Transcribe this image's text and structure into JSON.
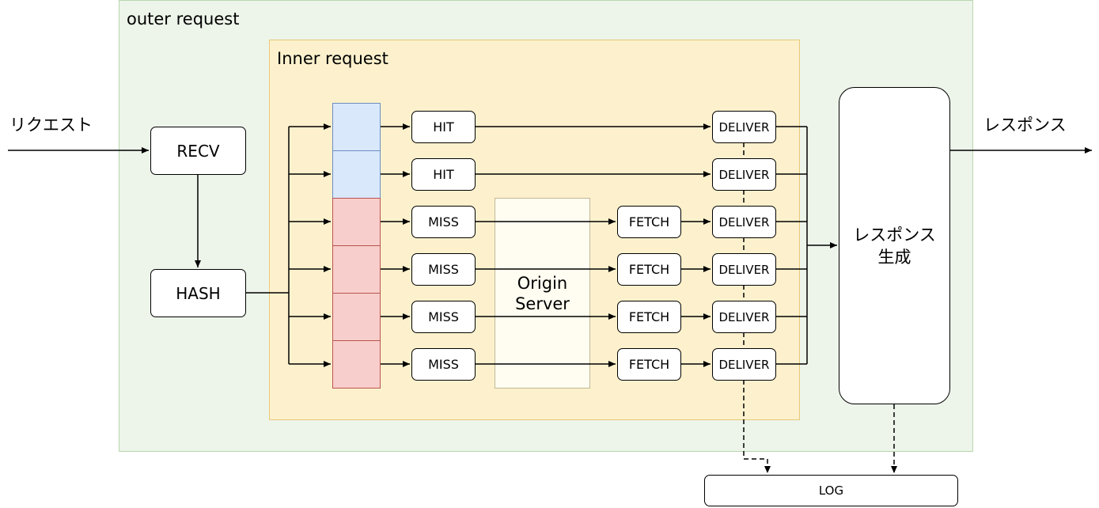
{
  "groups": {
    "outer_label": "outer request",
    "inner_label": "Inner request"
  },
  "io": {
    "input_label": "リクエスト",
    "output_label": "レスポンス"
  },
  "nodes": {
    "recv": "RECV",
    "hash": "HASH",
    "hit": "HIT",
    "miss": "MISS",
    "fetch": "FETCH",
    "deliver": "DELIVER",
    "origin_line1": "Origin",
    "origin_line2": "Server",
    "response_line1": "レスポンス",
    "response_line2": "生成",
    "log": "LOG"
  },
  "lanes": [
    {
      "cache": "hit"
    },
    {
      "cache": "hit"
    },
    {
      "cache": "miss"
    },
    {
      "cache": "miss"
    },
    {
      "cache": "miss"
    },
    {
      "cache": "miss"
    }
  ],
  "colors": {
    "outer_fill": "#edf4ea",
    "inner_fill": "#fdf1cd",
    "hit_cell": "#dae8fc",
    "miss_cell": "#f8cecc",
    "origin_fill": "#fffdf1"
  }
}
